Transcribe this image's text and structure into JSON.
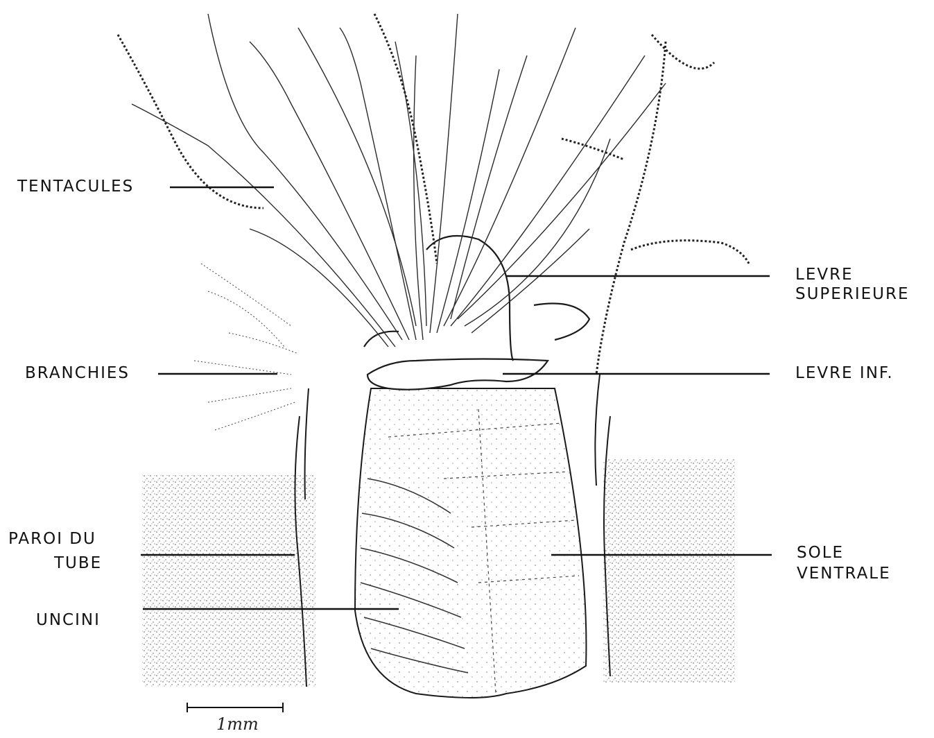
{
  "labels": {
    "tentacules": "TENTACULES",
    "levre_superieure_1": "LEVRE",
    "levre_superieure_2": "SUPERIEURE",
    "branchies": "BRANCHIES",
    "levre_inf": "LEVRE  INF.",
    "paroi_1": "PAROI  DU",
    "paroi_2": "TUBE",
    "sole_1": "SOLE",
    "sole_2": "VENTRALE",
    "uncini": "UNCINI"
  },
  "scale_bar": {
    "label": "1mm"
  },
  "colors": {
    "ink": "#1a1a1a",
    "stipple": "#555555",
    "background": "#ffffff"
  }
}
